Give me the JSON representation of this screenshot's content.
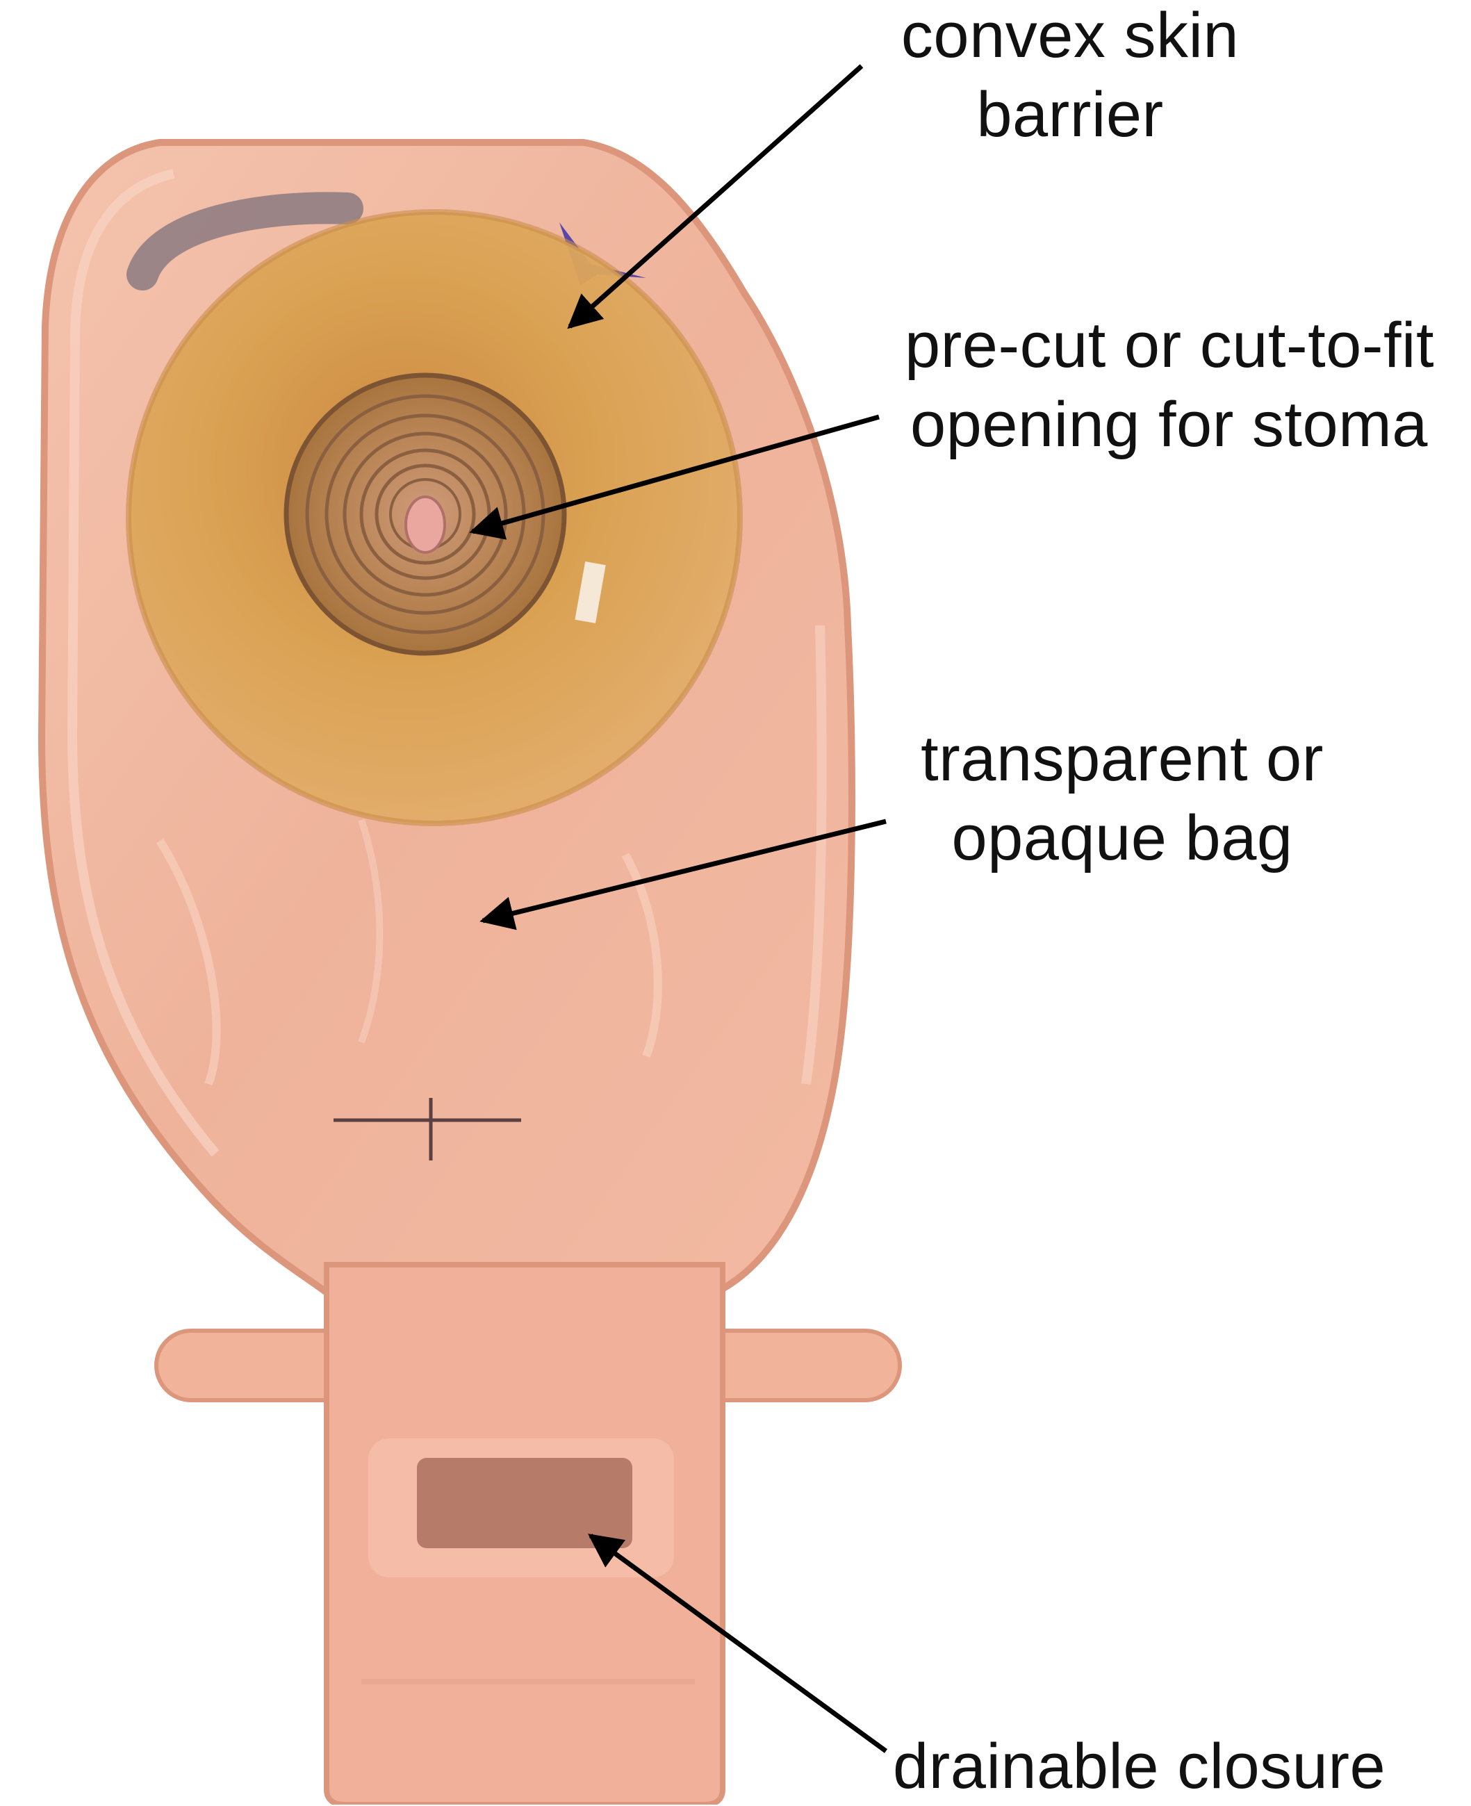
{
  "labels": {
    "barrier": {
      "line1": "convex skin",
      "line2": "barrier"
    },
    "opening": {
      "line1": "pre-cut or cut-to-fit",
      "line2": "opening for stoma"
    },
    "bag": {
      "line1": "transparent or",
      "line2": "opaque bag"
    },
    "closure": {
      "line1": "drainable closure"
    }
  },
  "colors": {
    "bag": "#f0b49c",
    "bag_edge": "#dc967c",
    "barrier": "#d79a48",
    "barrier_dark": "#c07c2e",
    "arrow": "#000000",
    "purple_mark": "#5a46a8"
  }
}
